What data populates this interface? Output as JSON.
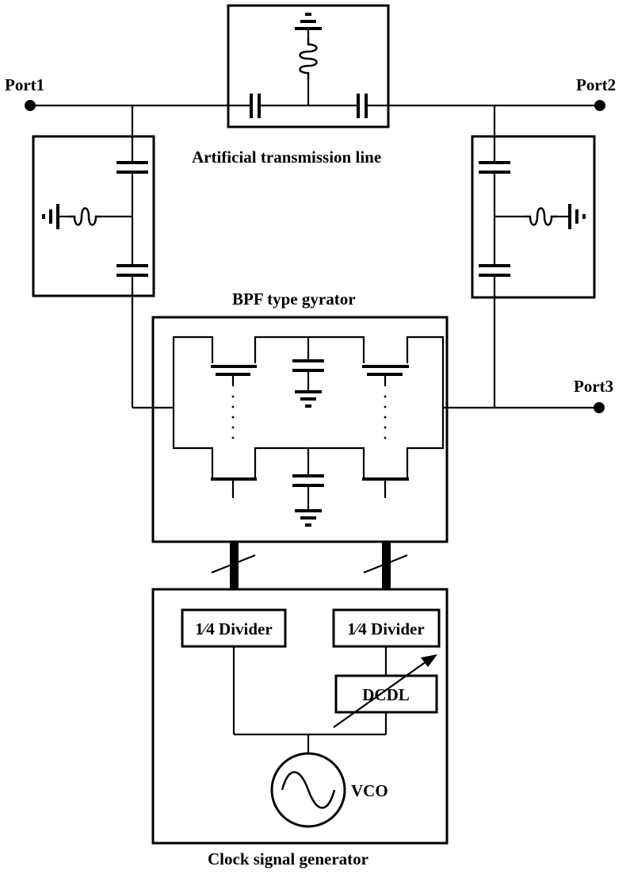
{
  "ports": {
    "port1": "Port1",
    "port2": "Port2",
    "port3": "Port3"
  },
  "blocks": {
    "artificial_transmission_line": "Artificial transmission line",
    "bpf_type_gyrator": "BPF type gyrator",
    "clock_signal_generator": "Clock signal generator",
    "divider_left": "1⁄4 Divider",
    "divider_right": "1⁄4 Divider",
    "dcdl": "DCDL",
    "vco": "VCO"
  },
  "icons": [
    "port-terminal-icon",
    "capacitor-icon",
    "inductor-icon",
    "ground-icon",
    "ac-source-icon",
    "variable-arrow-icon",
    "bus-slash-icon"
  ]
}
